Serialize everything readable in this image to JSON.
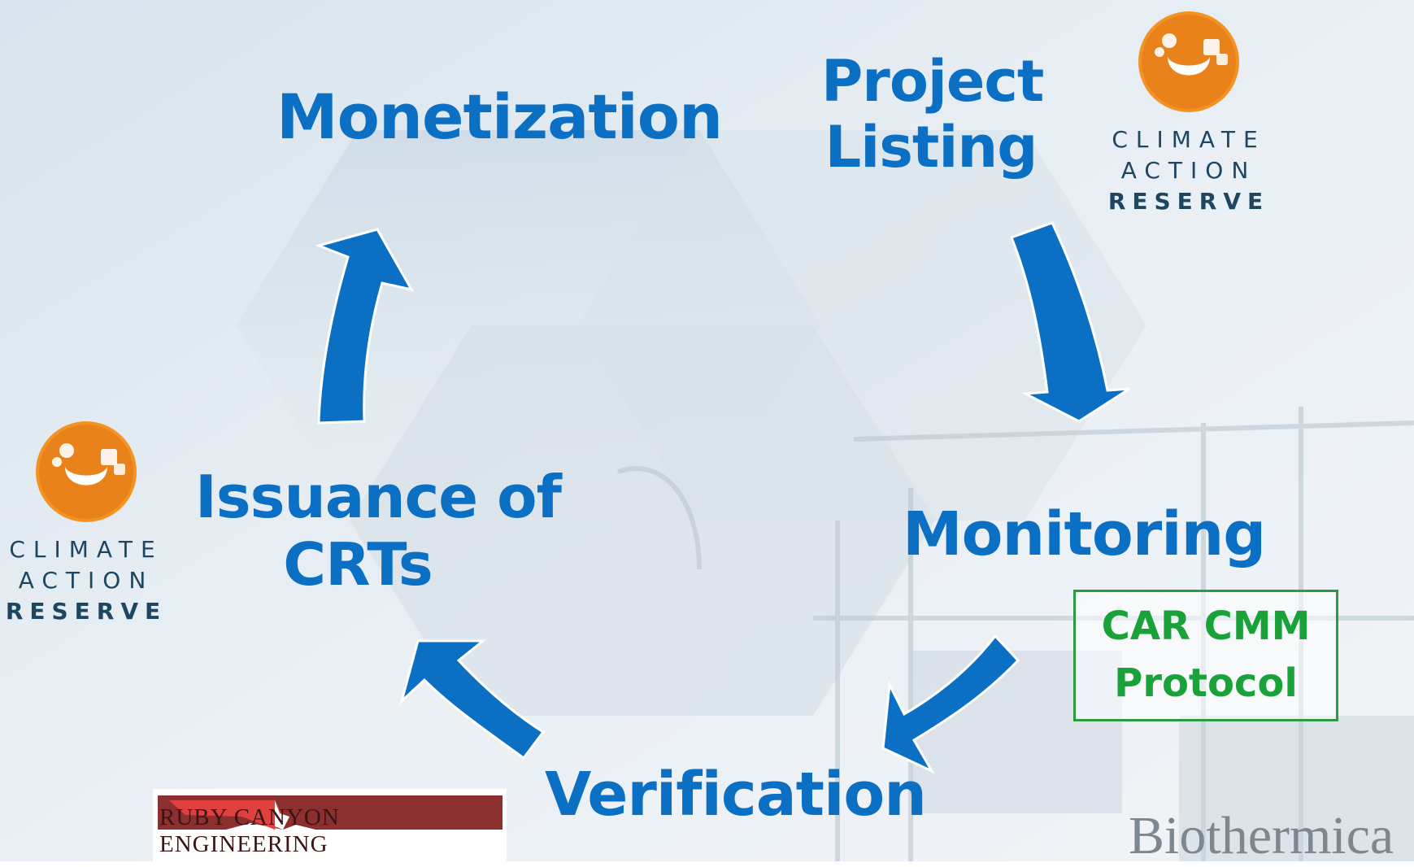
{
  "diagram": {
    "stages": {
      "monetization": "Monetization",
      "project_listing": [
        "Project",
        "Listing"
      ],
      "monitoring": "Monitoring",
      "verification": "Verification",
      "issuance": [
        "Issuance of",
        "CRTs"
      ]
    },
    "protocol_box": [
      "CAR CMM",
      "Protocol"
    ],
    "colors": {
      "stage_text": "#0b6fc4",
      "arrow": "#0b6fc4",
      "protocol": "#1aa23a"
    }
  },
  "logos": {
    "climate_action_reserve": [
      "CLIMATE",
      "ACTION",
      "RESERVE"
    ],
    "ruby_canyon": "RUBY CANYON ENGINEERING",
    "biothermica": "Biothermica"
  }
}
